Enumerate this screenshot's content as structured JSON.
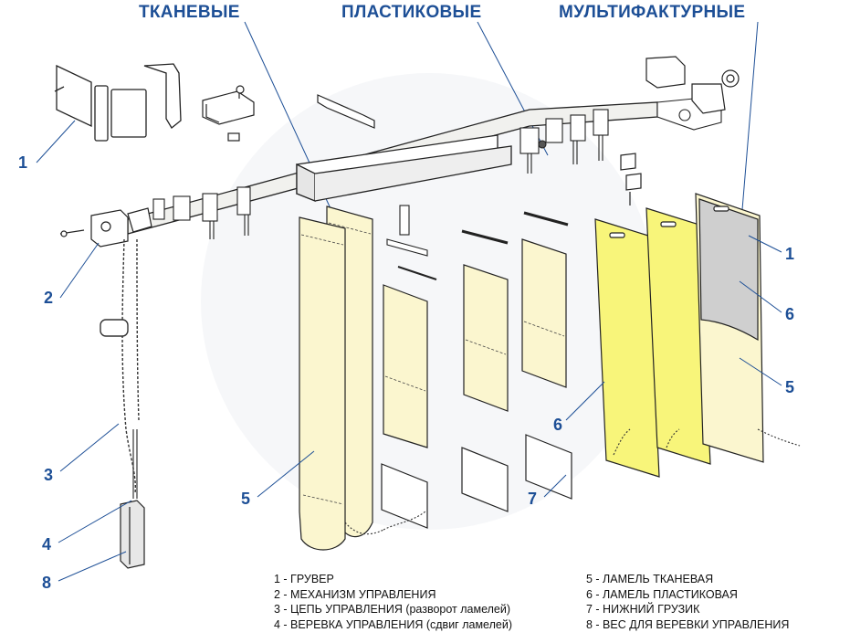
{
  "headers": {
    "fabric": "ТКАНЕВЫЕ",
    "plastic": "ПЛАСТИКОВЫЕ",
    "multifactor": "МУЛЬТИФАКТУРНЫЕ"
  },
  "callouts": {
    "n1_left": "1",
    "n2": "2",
    "n3": "3",
    "n4": "4",
    "n8": "8",
    "n5_left": "5",
    "n7": "7",
    "n6_mid": "6",
    "n1_right": "1",
    "n6_right": "6",
    "n5_right": "5"
  },
  "legend": {
    "left": [
      "1 - ГРУВЕР",
      "2 - МЕХАНИЗМ УПРАВЛЕНИЯ",
      "3 - ЦЕПЬ УПРАВЛЕНИЯ (разворот ламелей)",
      "4 - ВЕРЕВКА УПРАВЛЕНИЯ (сдвиг ламелей)"
    ],
    "right": [
      "5 - ЛАМЕЛЬ ТКАНЕВАЯ",
      "6 - ЛАМЕЛЬ ПЛАСТИКОВАЯ",
      "7 - НИЖНИЙ ГРУЗИК",
      "8 - ВЕС ДЛЯ ВЕРЕВКИ УПРАВЛЕНИЯ"
    ]
  },
  "colors": {
    "label_blue": "#1d4f96",
    "fabric_slat": "#fbf6cf",
    "plastic_slat": "#f8f57a",
    "outline": "#222222",
    "multifactor_gray": "#cfcfcf"
  }
}
